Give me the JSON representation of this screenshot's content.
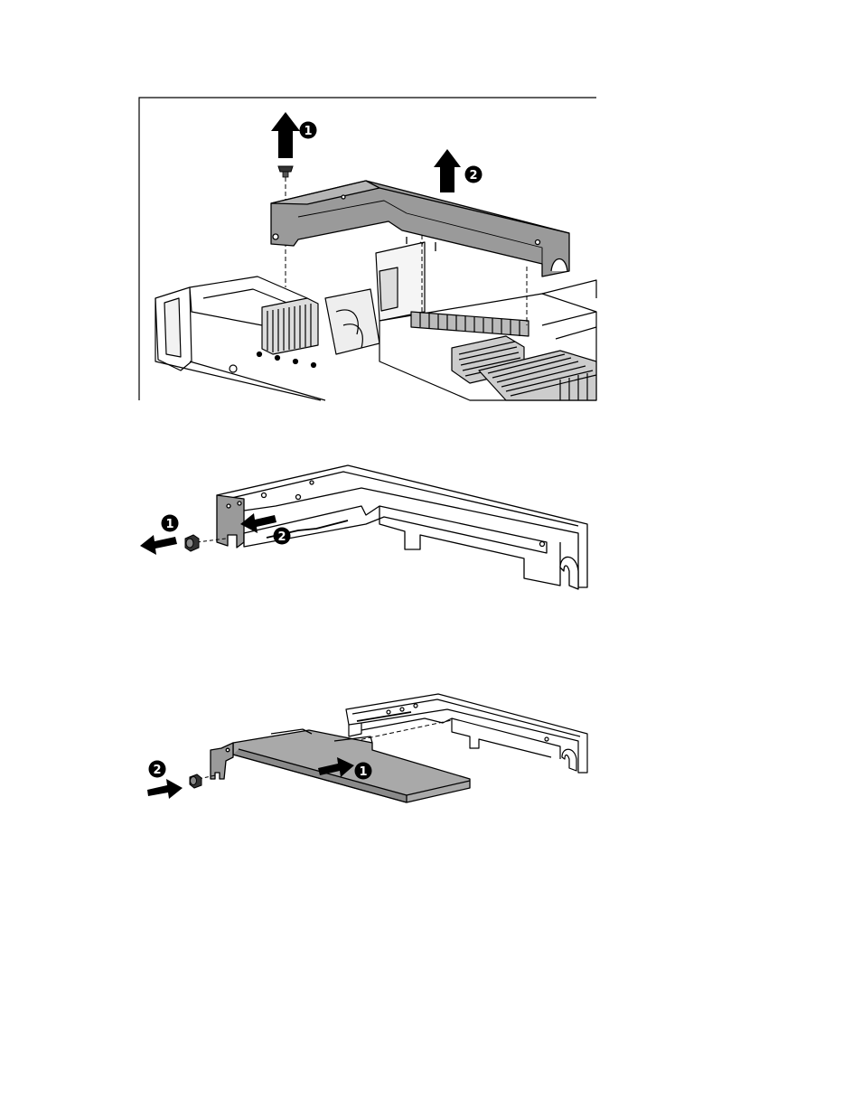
{
  "figures": [
    {
      "name": "remove-riser-cage",
      "callouts": [
        {
          "label": "1",
          "direction": "up"
        },
        {
          "label": "2",
          "direction": "up"
        }
      ],
      "colors": {
        "part": "#9a9a9a",
        "outline": "#000000",
        "frame": "#000000"
      }
    },
    {
      "name": "remove-expansion-blank",
      "callouts": [
        {
          "label": "1",
          "direction": "left"
        },
        {
          "label": "2",
          "direction": "left"
        }
      ],
      "colors": {
        "part": "#9a9a9a",
        "outline": "#000000"
      }
    },
    {
      "name": "install-expansion-board",
      "callouts": [
        {
          "label": "1",
          "direction": "right"
        },
        {
          "label": "2",
          "direction": "right"
        }
      ],
      "colors": {
        "board": "#a9a9a9",
        "outline": "#000000"
      }
    }
  ]
}
